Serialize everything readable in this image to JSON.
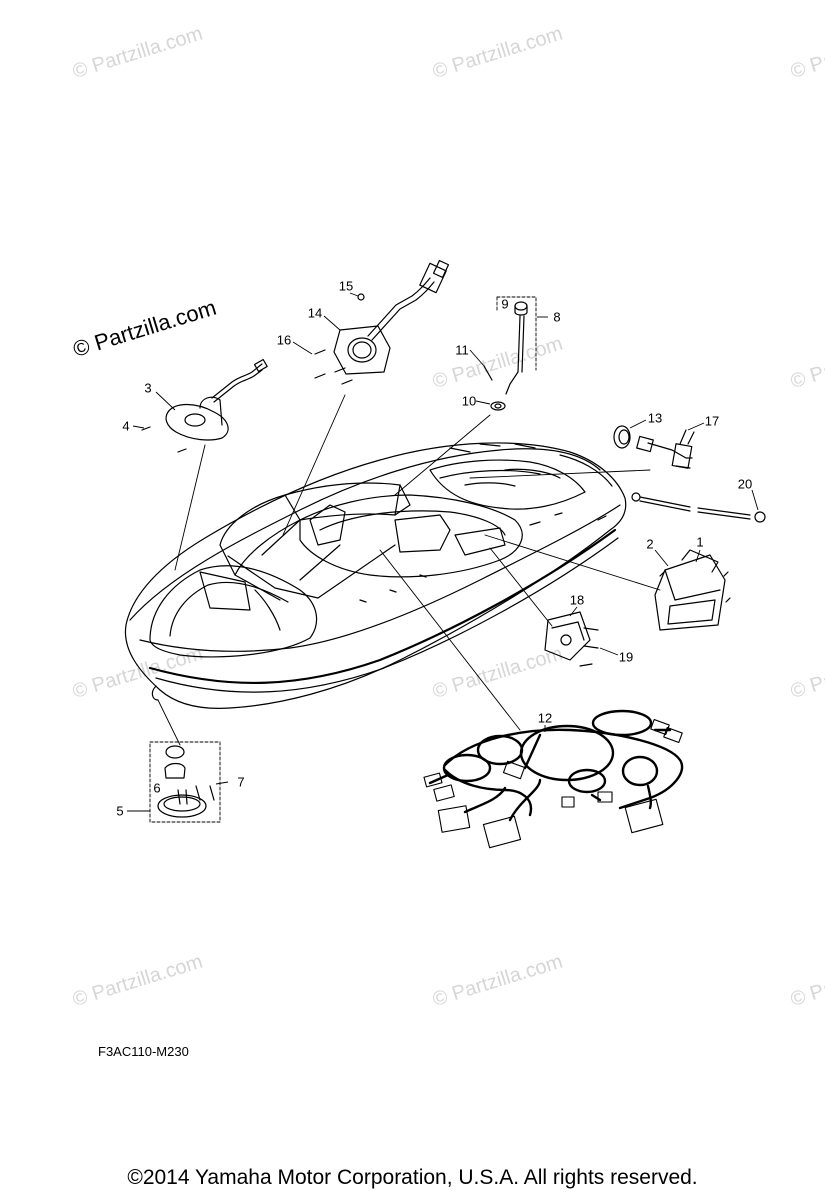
{
  "watermark": "© Partzilla.com",
  "brand_logo": "© Partzilla.com",
  "diagram_code": "F3AC110-M230",
  "copyright": "©2014  Yamaha Motor Corporation, U.S.A. All rights reserved.",
  "callouts": [
    "1",
    "2",
    "3",
    "4",
    "5",
    "6",
    "7",
    "8",
    "9",
    "10",
    "11",
    "12",
    "13",
    "14",
    "15",
    "16",
    "17",
    "18",
    "19",
    "20"
  ],
  "colors": {
    "line": "#000000",
    "watermark": "#d6d6d6",
    "background": "#ffffff"
  }
}
